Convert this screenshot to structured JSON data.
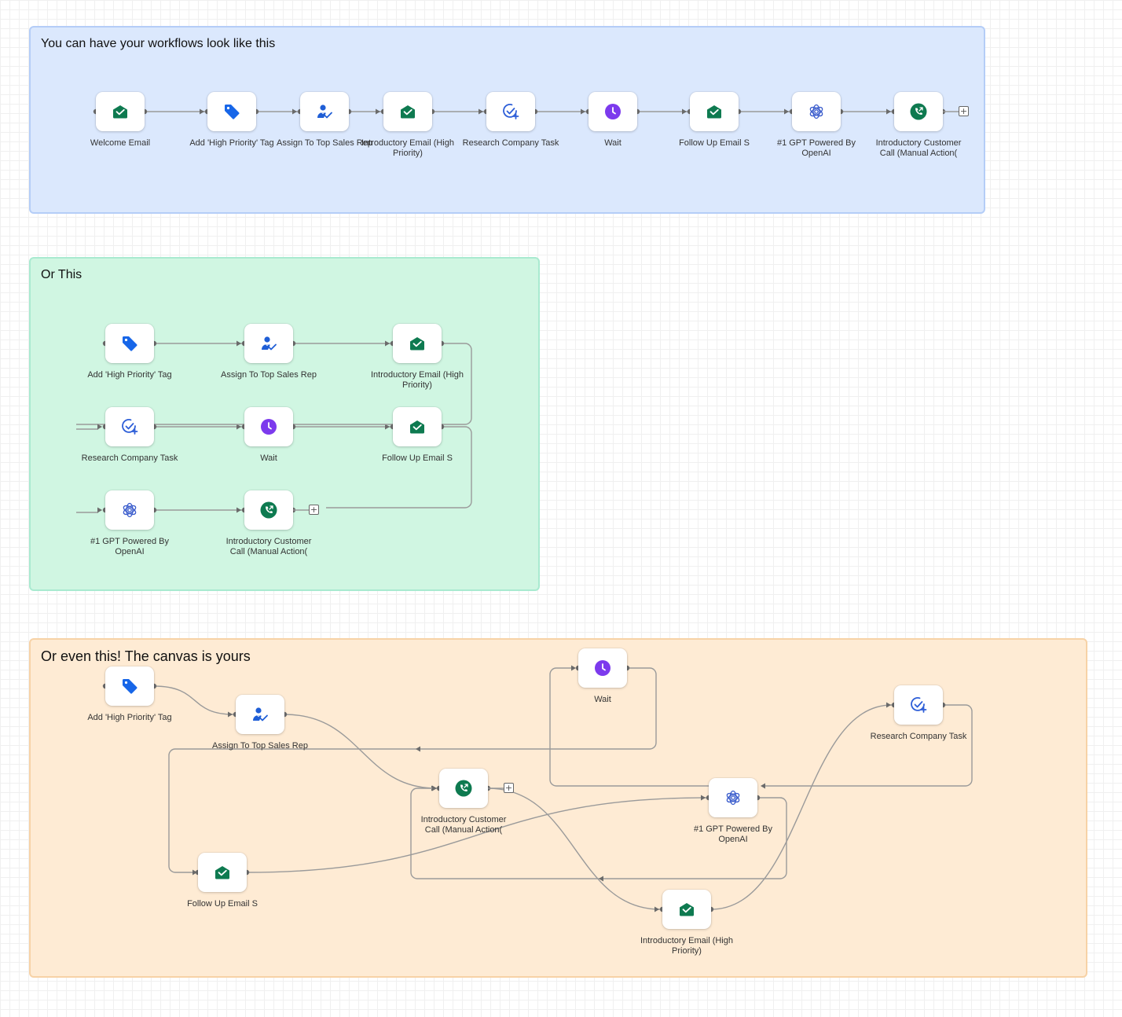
{
  "groups": {
    "linear": {
      "title": "You can have your workflows look like this"
    },
    "grid": {
      "title": "Or This"
    },
    "free": {
      "title": "Or even this! The canvas is yours"
    }
  },
  "steps": {
    "welcome_email": "Welcome Email",
    "add_tag": "Add 'High Priority' Tag",
    "assign_rep": "Assign To Top Sales Rep",
    "intro_email": "Introductory Email (High Priority)",
    "research_task": "Research Company Task",
    "wait": "Wait",
    "follow_up": "Follow Up Email S",
    "gpt": "#1 GPT Powered By OpenAI",
    "intro_call": "Introductory Customer Call (Manual Action("
  },
  "icons": {
    "email": "email-icon",
    "tag": "tag-icon",
    "assign": "assign-user-icon",
    "task": "task-add-icon",
    "wait": "clock-icon",
    "gpt": "openai-icon",
    "call": "phone-call-icon",
    "add": "add-step-icon"
  },
  "colors": {
    "email": "#0e7a50",
    "tag": "#1766e8",
    "assign": "#1f5ed6",
    "task": "#2e5fd8",
    "wait": "#7c3aed",
    "gpt": "#3a5ccc",
    "call": "#0e7a50",
    "wire": "#8a8a8a"
  }
}
